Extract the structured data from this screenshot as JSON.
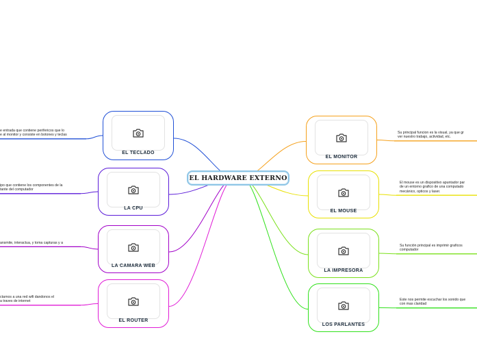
{
  "central_topic": "EL HARDWARE EXTERNO",
  "colors": {
    "keyboard": "#1f4fd6",
    "cpu": "#5a1ad8",
    "webcam": "#a100c8",
    "router": "#e01ad6",
    "monitor": "#f5a01a",
    "mouse": "#e8e000",
    "printer": "#7ae01a",
    "speakers": "#2fe01a"
  },
  "left_nodes": [
    {
      "key": "keyboard",
      "label": "EL TECLADO",
      "description": [
        "e entrada que contiene perifericos que lo",
        "e al monitor y consiste en botones y teclas"
      ]
    },
    {
      "key": "cpu",
      "label": "LA CPU",
      "description": [
        "ipo que contiene los componentes de la",
        "tante del computador"
      ]
    },
    {
      "key": "webcam",
      "label": "LA CAMARA WEB",
      "description": [
        "ansmite, interactua, y toma capturas y a"
      ]
    },
    {
      "key": "router",
      "label": "EL ROUTER",
      "description": [
        "ctarnos a una red wifi dandonos el",
        "a traves de internet"
      ]
    }
  ],
  "right_nodes": [
    {
      "key": "monitor",
      "label": "EL MONITOR",
      "description": [
        "Su principal funcion es la visual, ya que gr",
        "ver nuestro trabajo, actividad, etc."
      ]
    },
    {
      "key": "mouse",
      "label": "EL MOUSE",
      "description": [
        "El mouse es un dispositivo apuntador par",
        "de un entorno grafico de una computado",
        "mecánico, opticos y laser."
      ]
    },
    {
      "key": "printer",
      "label": "LA IMPRESORA",
      "description": [
        "Su función principal es imprimir graficos",
        "computador"
      ]
    },
    {
      "key": "speakers",
      "label": "LOS PARLANTES",
      "description": [
        "Este nos permite escuchar los sonido que",
        "con mas claridad"
      ]
    }
  ],
  "icons": {
    "node_image": "camera-icon"
  }
}
